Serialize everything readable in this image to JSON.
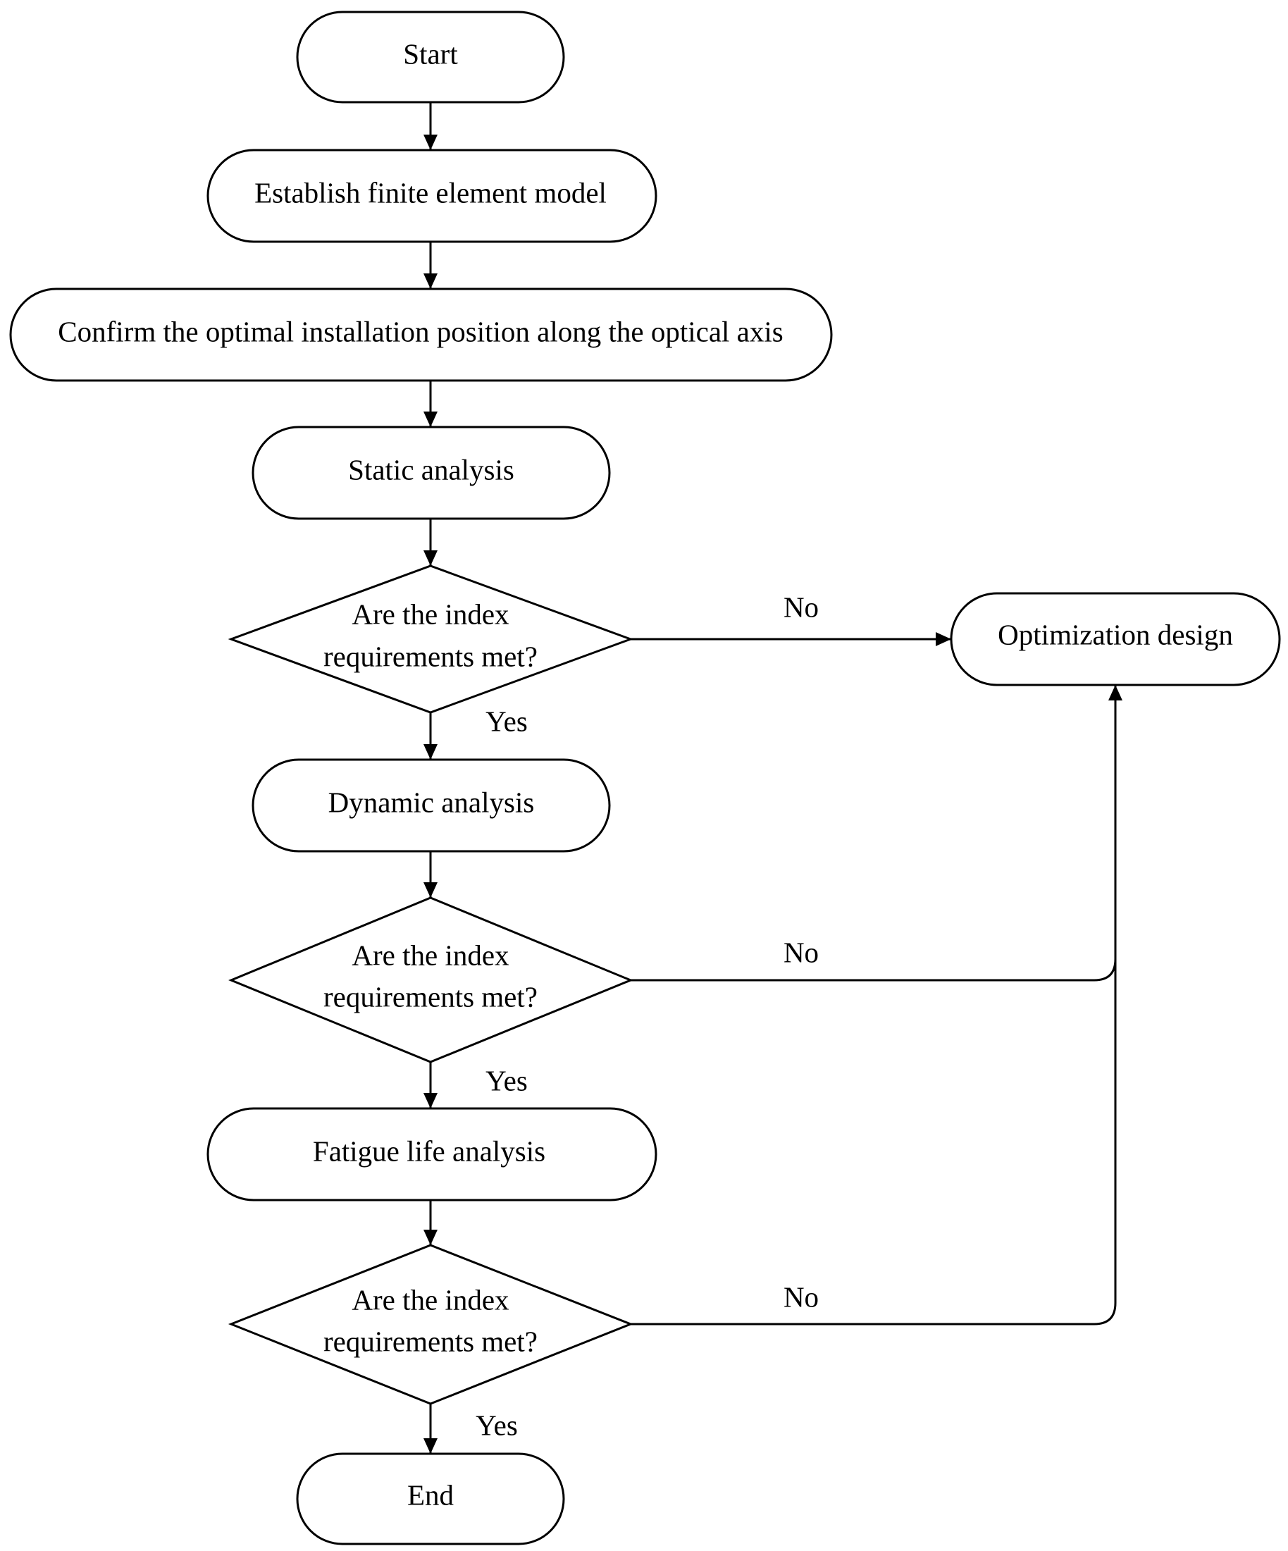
{
  "flowchart": {
    "start": "Start",
    "step_model": "Establish finite element model",
    "step_position": "Confirm the optimal installation position along the optical axis",
    "step_static": "Static analysis",
    "decision_1": [
      "Are the index",
      "requirements met?"
    ],
    "yes_1": "Yes",
    "no_1": "No",
    "step_dynamic": "Dynamic analysis",
    "decision_2": [
      "Are the index",
      "requirements met?"
    ],
    "yes_2": "Yes",
    "no_2": "No",
    "step_fatigue": "Fatigue life analysis",
    "decision_3": [
      "Are the index",
      "requirements met?"
    ],
    "yes_3": "Yes",
    "no_3": "No",
    "end": "End",
    "optimization": "Optimization design"
  }
}
